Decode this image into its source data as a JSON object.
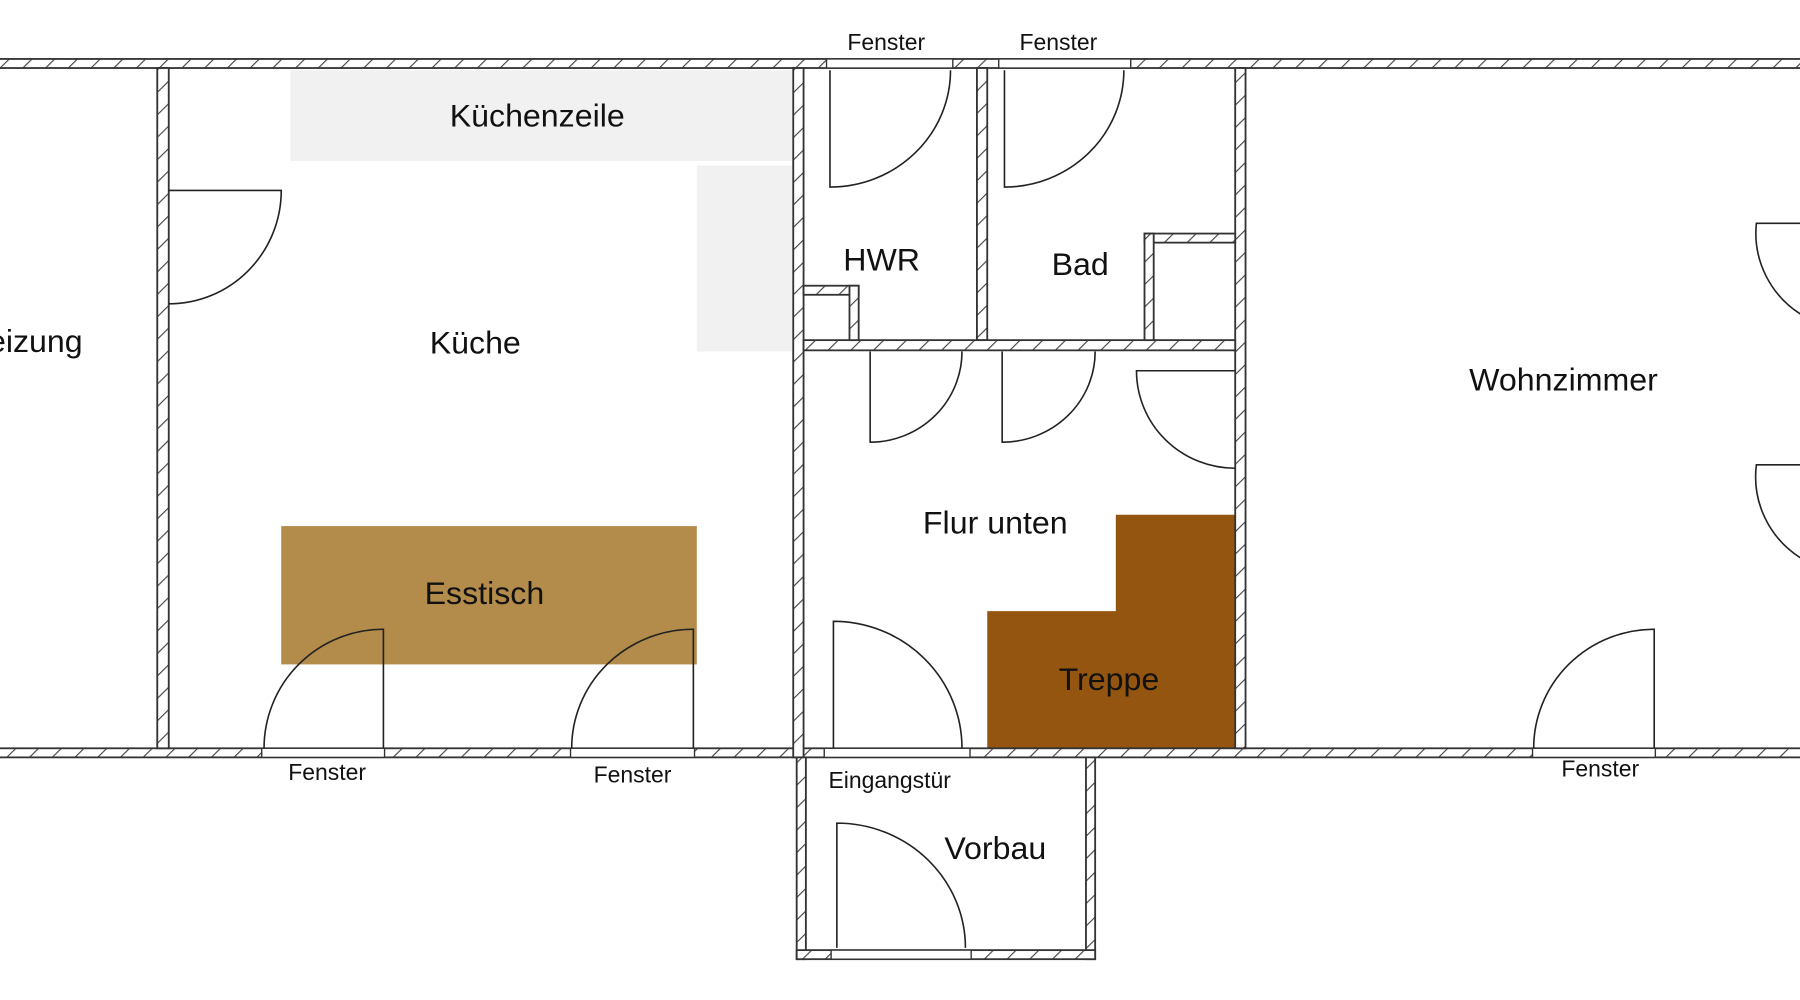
{
  "plan": {
    "rooms": {
      "heizung": "Heizung",
      "kueche": "Küche",
      "hwr": "HWR",
      "bad": "Bad",
      "wohnzimmer": "Wohnzimmer",
      "flur": "Flur unten",
      "vorbau": "Vorbau"
    },
    "furniture": {
      "kuechenzeile": "Küchenzeile",
      "esstisch": "Esstisch",
      "treppe": "Treppe"
    },
    "openings": {
      "window_label": "Fenster",
      "entrance_label": "Eingangstür"
    },
    "colors": {
      "kuechenzeile": "#f1f1f1",
      "esstisch": "#b38b4a",
      "treppe": "#93550f"
    }
  }
}
